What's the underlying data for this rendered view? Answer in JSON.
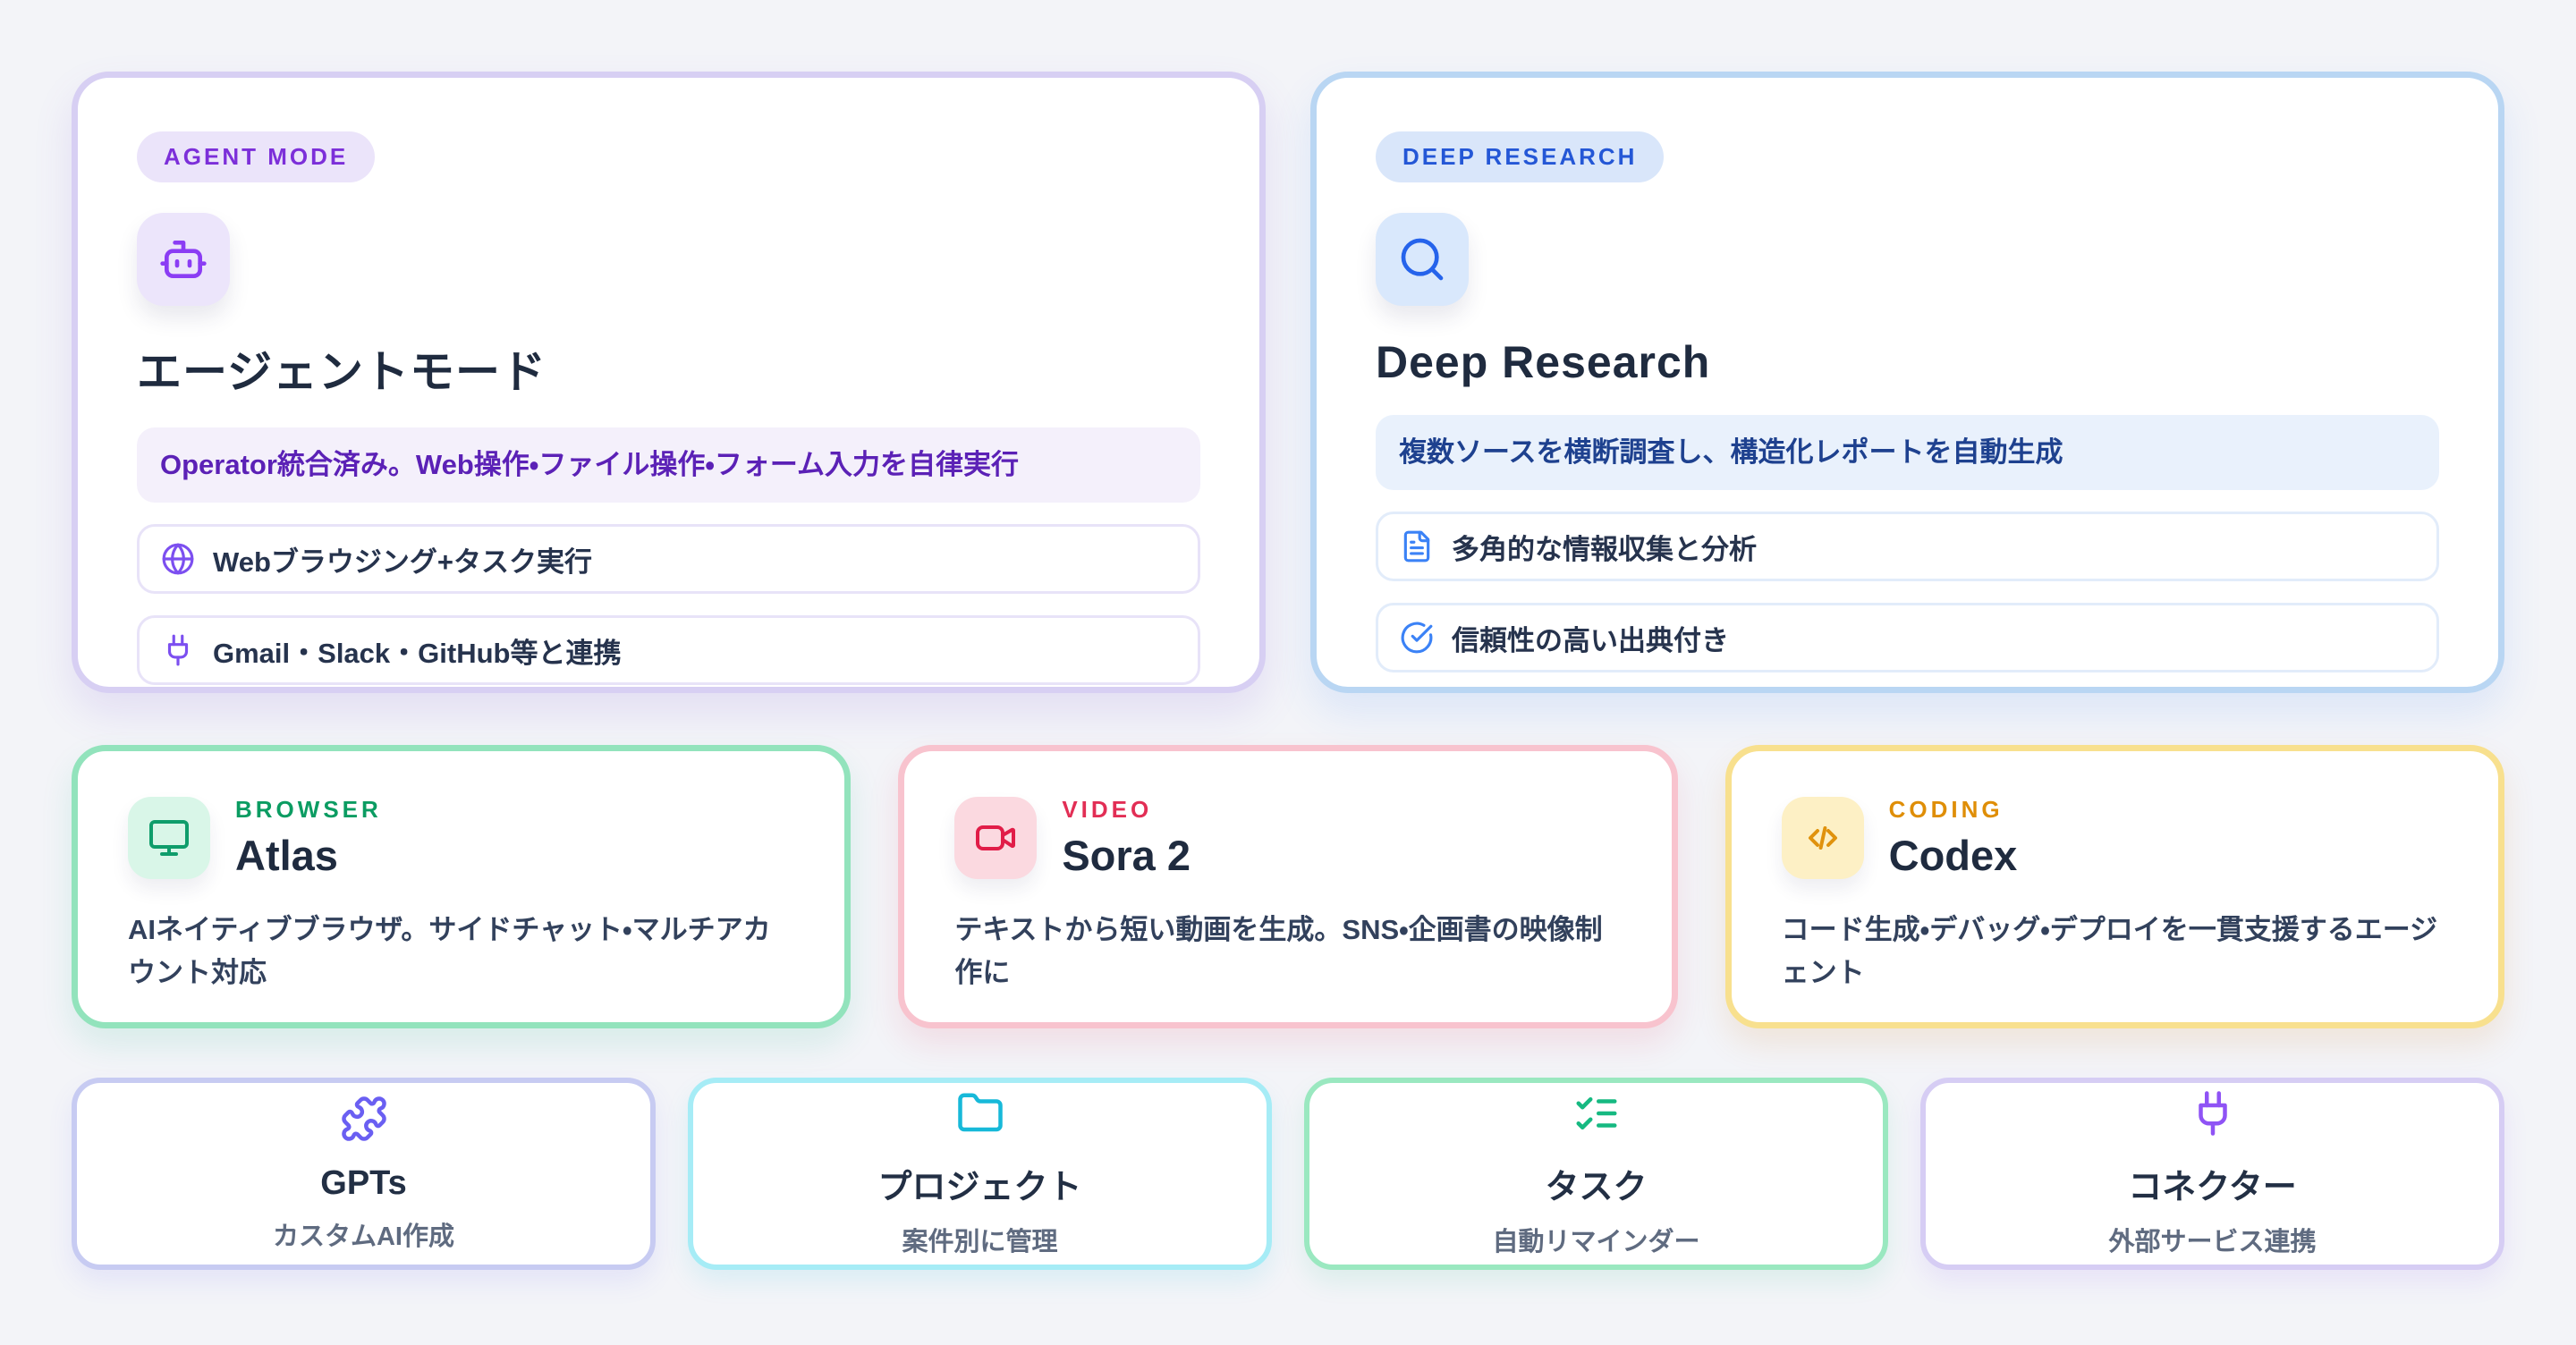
{
  "hero_cards": [
    {
      "badge": "AGENT MODE",
      "icon": "robot-icon",
      "title": "エージェントモード",
      "highlight": "Operator統合済み。Web操作・ファイル操作・フォーム入力を自律実行",
      "features": [
        {
          "icon": "globe-icon",
          "text": "Webブラウジング+タスク実行"
        },
        {
          "icon": "plug-icon",
          "text": "Gmail・Slack・GitHub等と連携"
        }
      ],
      "accent_color": "#7c3aed"
    },
    {
      "badge": "DEEP RESEARCH",
      "icon": "search-icon",
      "title": "Deep Research",
      "highlight": "複数ソースを横断調査し、構造化レポートを自動生成",
      "features": [
        {
          "icon": "document-icon",
          "text": "多角的な情報収集と分析"
        },
        {
          "icon": "check-circle-icon",
          "text": "信頼性の高い出典付き"
        }
      ],
      "accent_color": "#2563eb"
    }
  ],
  "product_cards": [
    {
      "label": "BROWSER",
      "icon": "monitor-icon",
      "title": "Atlas",
      "description": "AIネイティブブラウザ。サイドチャット・マルチアカウント対応",
      "accent_color": "#10b981"
    },
    {
      "label": "VIDEO",
      "icon": "video-camera-icon",
      "title": "Sora 2",
      "description": "テキストから短い動画を生成。SNS・企画書の映像制作に",
      "accent_color": "#e11d48"
    },
    {
      "label": "CODING",
      "icon": "code-icon",
      "title": "Codex",
      "description": "コード生成・デバッグ・デプロイを一貫支援するエージェント",
      "accent_color": "#d97706"
    }
  ],
  "shortcut_cards": [
    {
      "icon": "puzzle-icon",
      "title": "GPTs",
      "subtitle": "カスタムAI作成",
      "accent_color": "#6366f1"
    },
    {
      "icon": "folder-icon",
      "title": "プロジェクト",
      "subtitle": "案件別に管理",
      "accent_color": "#06b6d4"
    },
    {
      "icon": "checklist-icon",
      "title": "タスク",
      "subtitle": "自動リマインダー",
      "accent_color": "#10b981"
    },
    {
      "icon": "plug-icon",
      "title": "コネクター",
      "subtitle": "外部サービス連携",
      "accent_color": "#8b5cf6"
    }
  ]
}
